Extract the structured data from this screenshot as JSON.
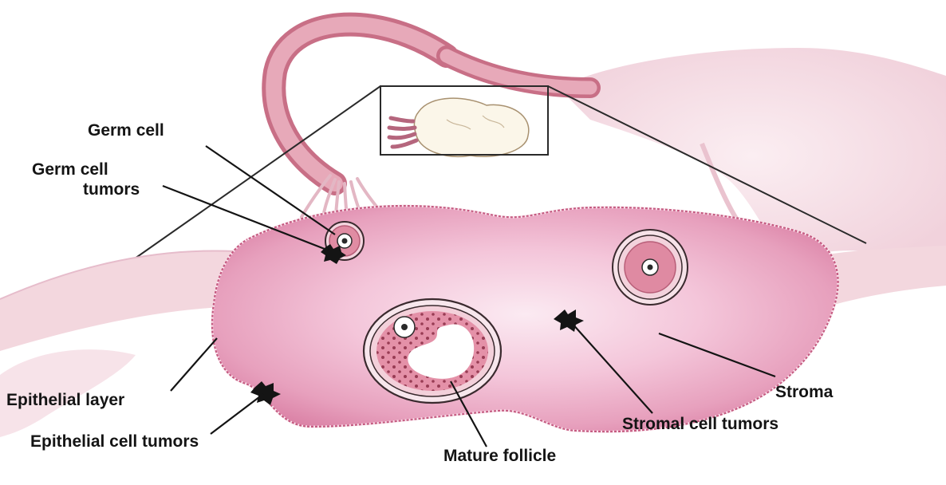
{
  "labels": {
    "germ_cell": "Germ cell",
    "germ_cell_tumors_line1": "Germ cell",
    "germ_cell_tumors_line2": "tumors",
    "epithelial_layer": "Epithelial layer",
    "epithelial_cell_tumors": "Epithelial cell tumors",
    "mature_follicle": "Mature follicle",
    "stromal_cell_tumors": "Stromal cell tumors",
    "stroma": "Stroma"
  },
  "colors": {
    "tissue_light": "#f6dde4",
    "tube_pink": "#d98a9c",
    "ovary_pink": "#e9a3bf",
    "follicle_cells": "#dc8aa0",
    "ink": "#141414"
  }
}
